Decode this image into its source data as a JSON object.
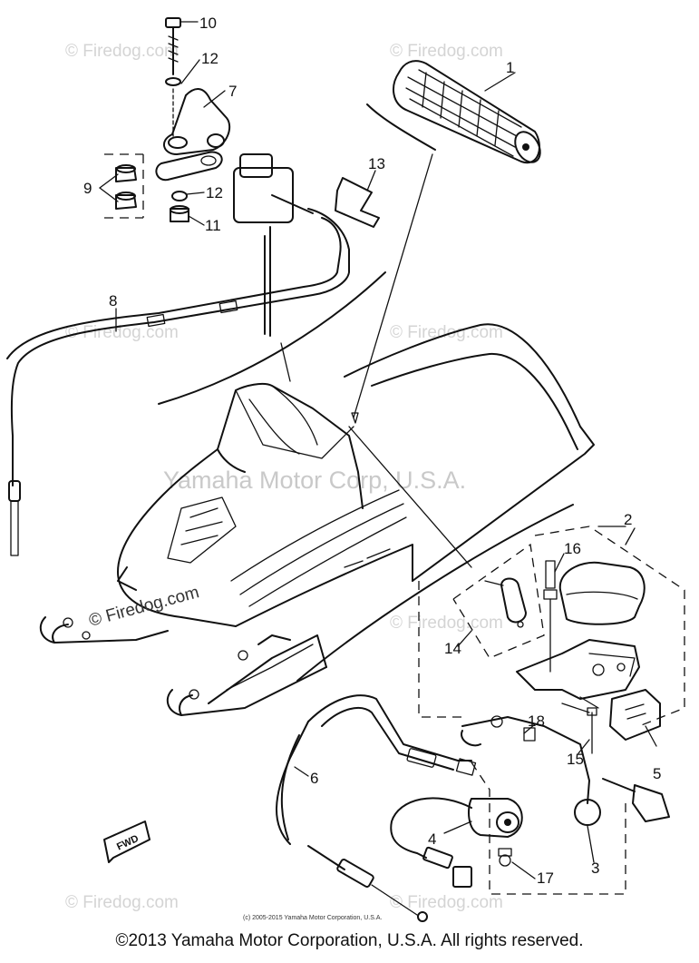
{
  "watermarks": {
    "site": "© Firedog.com",
    "site_alt": "© Firedog.com",
    "overlay": "Yamaha Motor Corp, U.S.A."
  },
  "fwd_label": "FWD",
  "callouts": {
    "c1": "1",
    "c2": "2",
    "c3": "3",
    "c4": "4",
    "c5": "5",
    "c6": "6",
    "c7": "7",
    "c8": "8",
    "c9": "9",
    "c10": "10",
    "c11": "11",
    "c12a": "12",
    "c12b": "12",
    "c13": "13",
    "c14": "14",
    "c15": "15",
    "c16": "16",
    "c17": "17",
    "c18": "18"
  },
  "small_copyright": "(c) 2005-2015 Yamaha Motor Corporation, U.S.A.",
  "copyright": "©2013 Yamaha Motor Corporation, U.S.A. All rights reserved."
}
